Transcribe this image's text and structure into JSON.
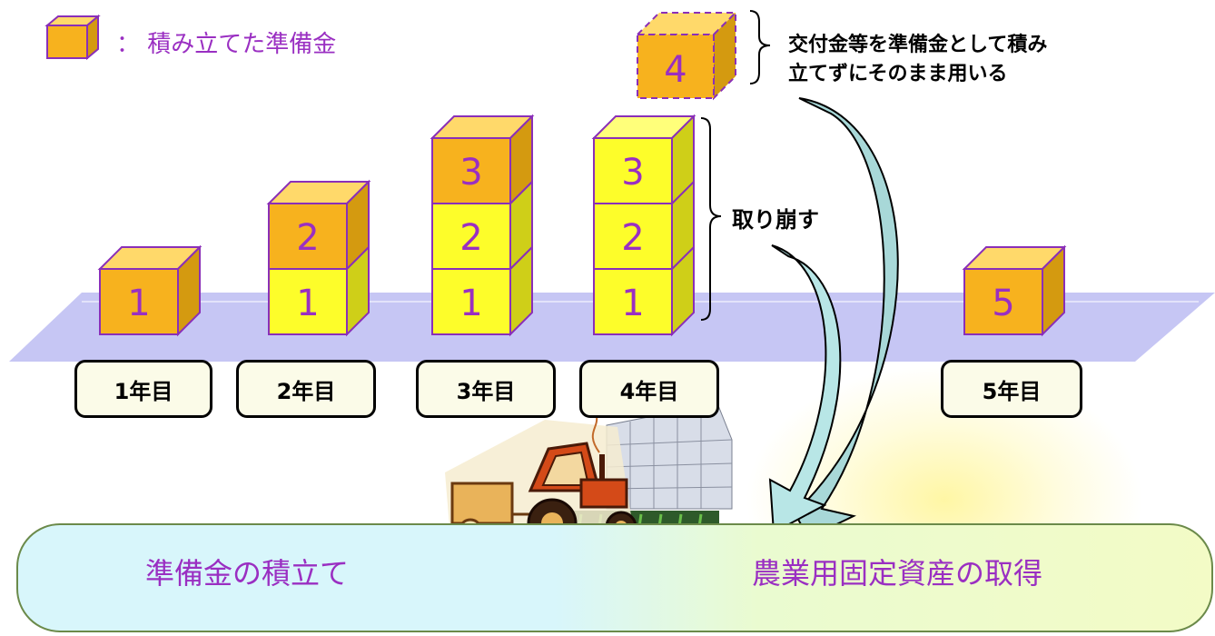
{
  "legend": {
    "label": "： 積み立てた準備金"
  },
  "note": {
    "line1": "交付金等を準備金として積み",
    "line2": "立てずにそのまま用いる"
  },
  "withdraw_label": "取り崩す",
  "years": [
    {
      "label": "1年目",
      "blocks": [
        "1"
      ]
    },
    {
      "label": "2年目",
      "blocks": [
        "1",
        "2"
      ]
    },
    {
      "label": "3年目",
      "blocks": [
        "1",
        "2",
        "3"
      ]
    },
    {
      "label": "4年目",
      "blocks": [
        "1",
        "2",
        "3"
      ]
    },
    {
      "label": "5年目",
      "blocks": [
        "5"
      ]
    }
  ],
  "direct_block": "4",
  "bottom": {
    "left_title": "準備金の積立て",
    "right_title": "農業用固定資産の取得"
  },
  "colors": {
    "accent": "#9a2fc2",
    "orange_block": "#f7b21e",
    "yellow_block": "#fdfd2a",
    "platform": "#c6c6f4",
    "arrow": "#a8d8d8"
  }
}
